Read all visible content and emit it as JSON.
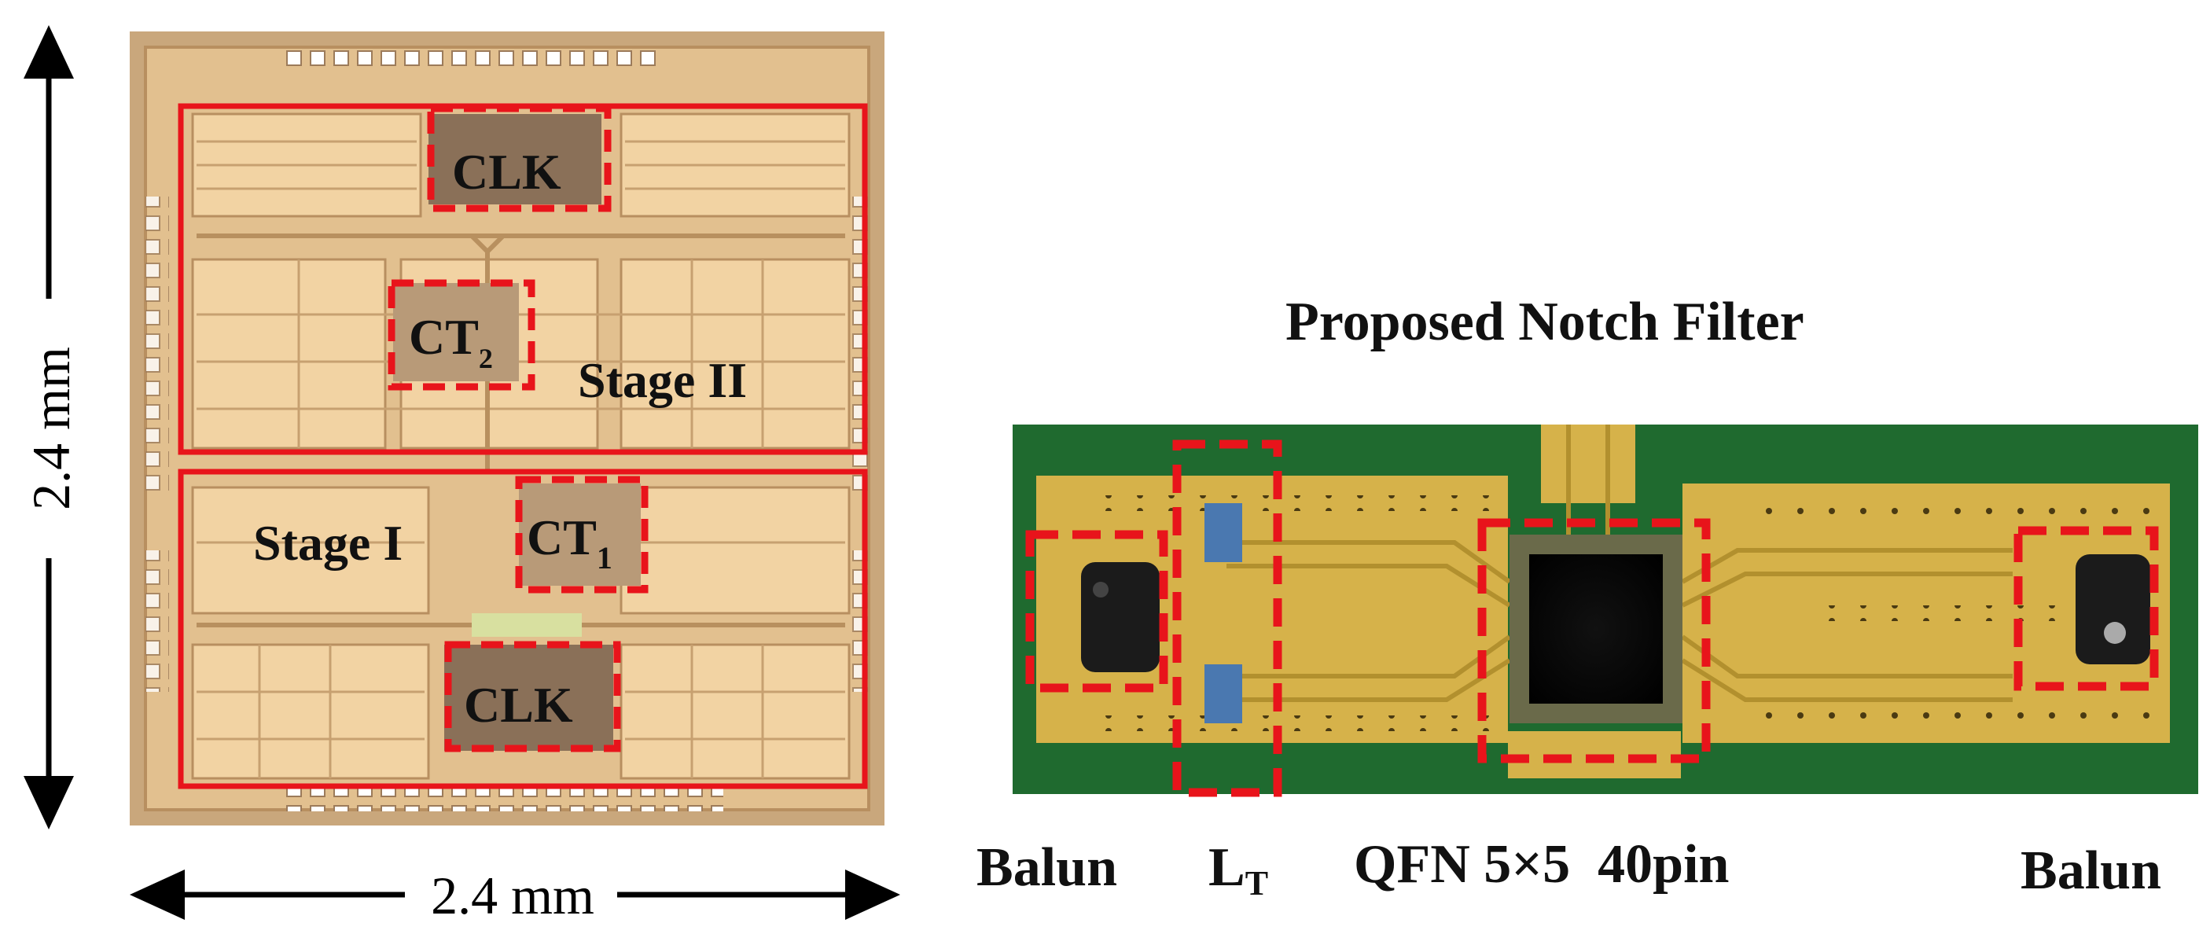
{
  "die": {
    "height_label": "2.4 mm",
    "width_label": "2.4 mm",
    "labels": {
      "clk_top": "CLK",
      "clk_bottom": "CLK",
      "ct2_main": "CT",
      "ct2_sub": "2",
      "ct1_main": "CT",
      "ct1_sub": "1",
      "stage2": "Stage II",
      "stage1": "Stage I"
    }
  },
  "board": {
    "title": "Proposed Notch Filter",
    "labels": {
      "balun_left": "Balun",
      "inductor_main": "L",
      "inductor_sub": "T",
      "package": "QFN 5×5  40pin",
      "balun_right": "Balun"
    }
  },
  "colors": {
    "highlight_red": "#e8141b",
    "die_gold": "#e9c896",
    "pcb_green": "#1f6a2f",
    "trace_gold": "#d6b24a"
  }
}
